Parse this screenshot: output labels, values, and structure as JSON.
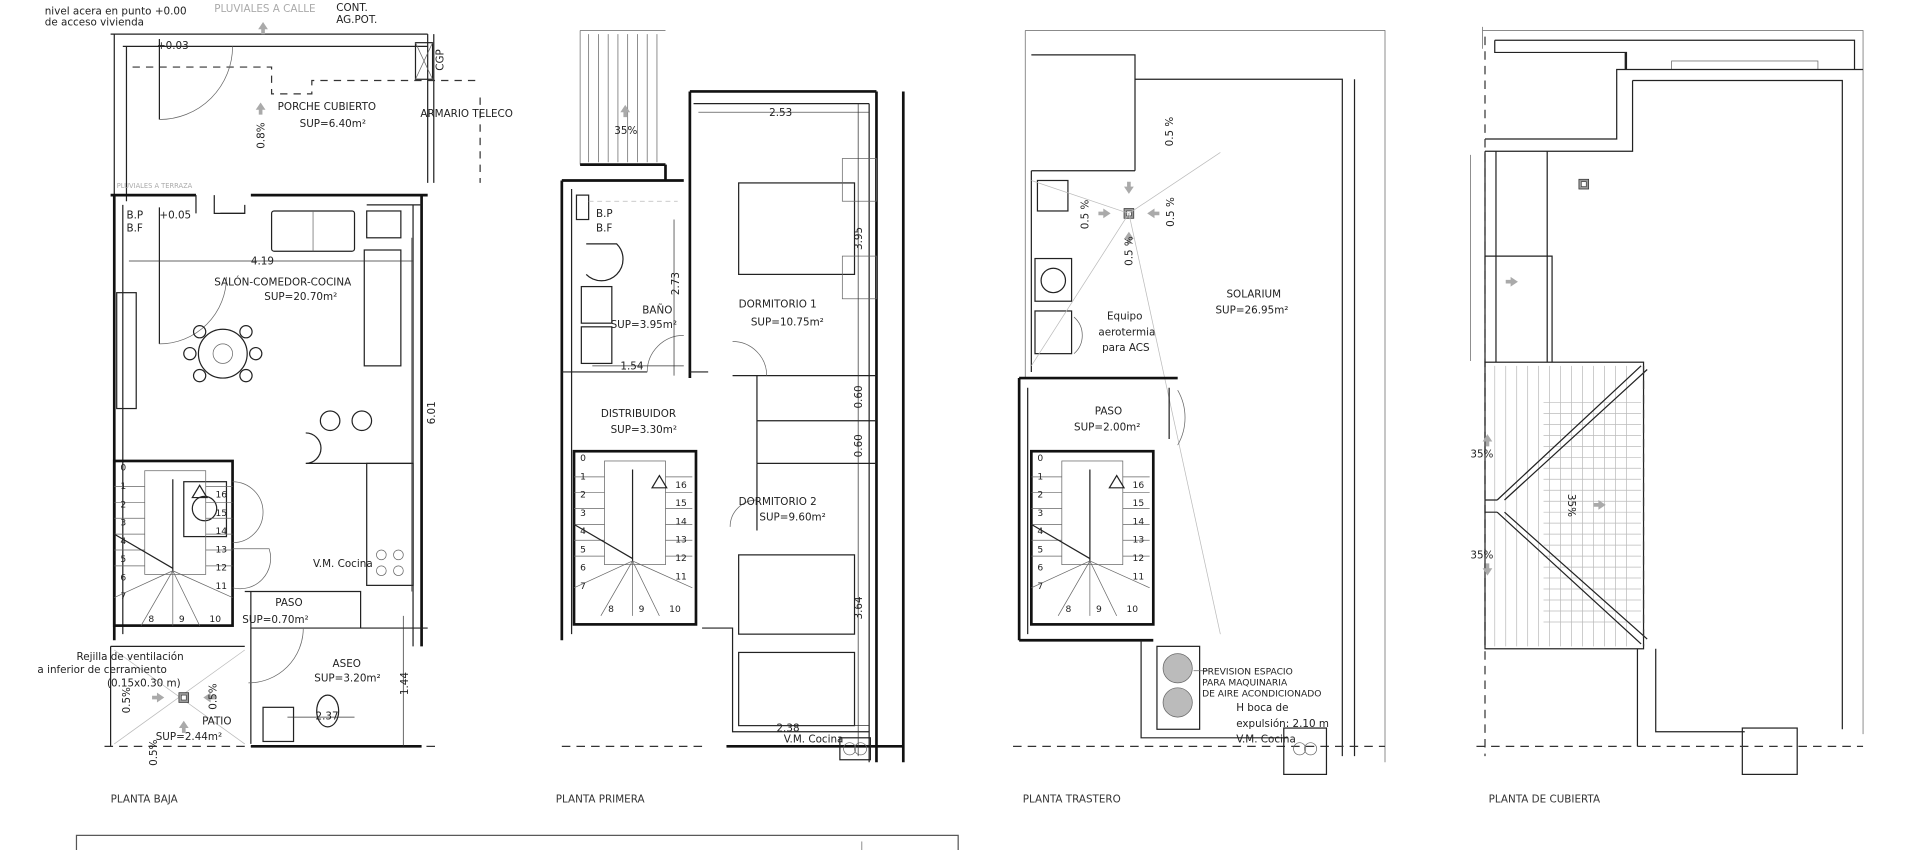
{
  "planta_baja": {
    "title": "PLANTA BAJA",
    "nivel_line1": "nivel acera en punto +0.00",
    "nivel_line2": "de acceso vivienda",
    "pluviales_calle": "PLUVIALES A CALLE",
    "cont": "CONT.",
    "ag_pot": "AG.POT.",
    "cgp": "CGP",
    "level_entry": "+0.03",
    "level_terrace": "+0.05",
    "pluviales_terraza": "PLUVIALES A TERRAZA",
    "bp": "B.P",
    "bf": "B.F",
    "armario": "ARMARIO TELECO",
    "slope_porche": "0.8%",
    "porche": {
      "name": "PORCHE CUBIERTO",
      "sup": "SUP=6.40m²"
    },
    "salon": {
      "name": "SALÓN-COMEDOR-COCINA",
      "sup": "SUP=20.70m²"
    },
    "paso": {
      "name": "PASO",
      "sup": "SUP=0.70m²"
    },
    "aseo": {
      "name": "ASEO",
      "sup": "SUP=3.20m²"
    },
    "patio": {
      "name": "PATIO",
      "sup": "SUP=2.44m²"
    },
    "dim_width": "4.19",
    "dim_length": "6.01",
    "dim_aseo_v": "1.44",
    "dim_aseo_h": "2.37",
    "vm_cocina": "V.M. Cocina",
    "rejilla_line1": "Rejilla de ventilación",
    "rejilla_line2": "a inferior de cerramiento",
    "rejilla_line3": "(0.15x0.30 m)",
    "slope_patio": "0.5%"
  },
  "planta_primera": {
    "title": "PLANTA PRIMERA",
    "slope_terrace": "35%",
    "bp": "B.P",
    "bf": "B.F",
    "bano": {
      "name": "BAÑO",
      "sup": "SUP=3.95m²"
    },
    "dormitorio1": {
      "name": "DORMITORIO 1",
      "sup": "SUP=10.75m²"
    },
    "distribuidor": {
      "name": "DISTRIBUIDOR",
      "sup": "SUP=3.30m²"
    },
    "dormitorio2": {
      "name": "DORMITORIO 2",
      "sup": "SUP=9.60m²"
    },
    "dim_d1_w": "2.53",
    "dim_d1_l": "3.95",
    "dim_bano_l": "2.73",
    "dim_bano_w": "1.54",
    "dim_closet1": "0.60",
    "dim_closet2": "0.60",
    "dim_d2_l": "3.64",
    "dim_d2_w": "2.38",
    "vm_cocina": "V.M. Cocina"
  },
  "planta_trastero": {
    "title": "PLANTA TRASTERO",
    "slope": "0.5 %",
    "solarium": {
      "name": "SOLARIUM",
      "sup": "SUP=26.95m²"
    },
    "paso": {
      "name": "PASO",
      "sup": "SUP=2.00m²"
    },
    "equipo_line1": "Equipo",
    "equipo_line2": "aerotermia",
    "equipo_line3": "para ACS",
    "prevision_line1": "PREVISION ESPACIO",
    "prevision_line2": "PARA MAQUINARIA",
    "prevision_line3": "DE AIRE ACONDICIONADO",
    "boca_line1": "H boca de",
    "boca_line2": "expulsión: 2.10 m",
    "vm_cocina": "V.M. Cocina"
  },
  "planta_cubierta": {
    "title": "PLANTA DE CUBIERTA",
    "slope": "35%"
  },
  "stairs": {
    "left": [
      "0",
      "1",
      "2",
      "3",
      "4",
      "5",
      "6",
      "7"
    ],
    "bottom": [
      "8",
      "9",
      "10"
    ],
    "right": [
      "11",
      "12",
      "13",
      "14",
      "15",
      "16"
    ]
  },
  "colors": {
    "line": "#222222",
    "hint": "#aaaaaa"
  }
}
